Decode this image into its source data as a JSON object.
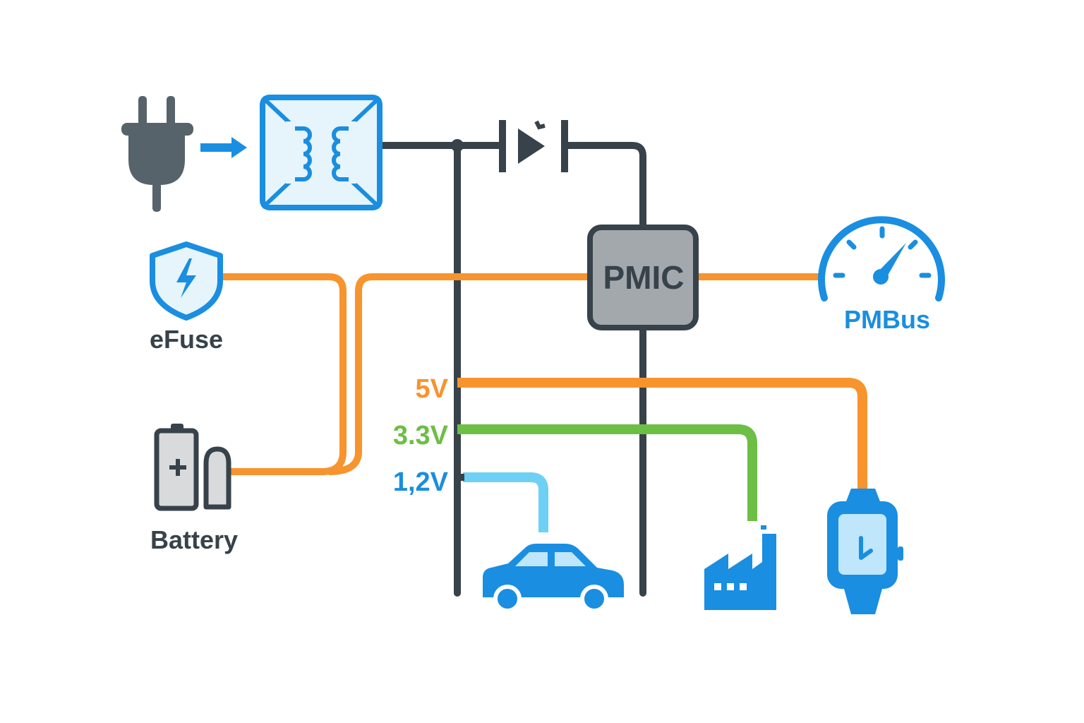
{
  "colors": {
    "wire": "#37424a",
    "accent_blue": "#1a8ee0",
    "orange": "#f7942d",
    "green": "#6dbe45",
    "light_blue": "#6ed0f5",
    "pmic_fill": "#a3a8ac",
    "plug_gray": "#57636b",
    "label_dark": "#37424a"
  },
  "labels": {
    "efuse": "eFuse",
    "battery": "Battery",
    "pmic": "PMIC",
    "pmbus": "PMBus"
  },
  "rails": [
    {
      "voltage": "5V",
      "color": "#f7942d",
      "load": "smartwatch-icon"
    },
    {
      "voltage": "3.3V",
      "color": "#6dbe45",
      "load": "factory-icon"
    },
    {
      "voltage": "1,2V",
      "color": "#1a8ee0",
      "line_color": "#6ed0f5",
      "load": "car-icon"
    }
  ],
  "icons": [
    "power-plug-icon",
    "arrow-right-icon",
    "transformer-icon",
    "diode-icon",
    "efuse-shield-icon",
    "battery-icon",
    "gauge-icon",
    "car-icon",
    "factory-icon",
    "smartwatch-icon"
  ]
}
